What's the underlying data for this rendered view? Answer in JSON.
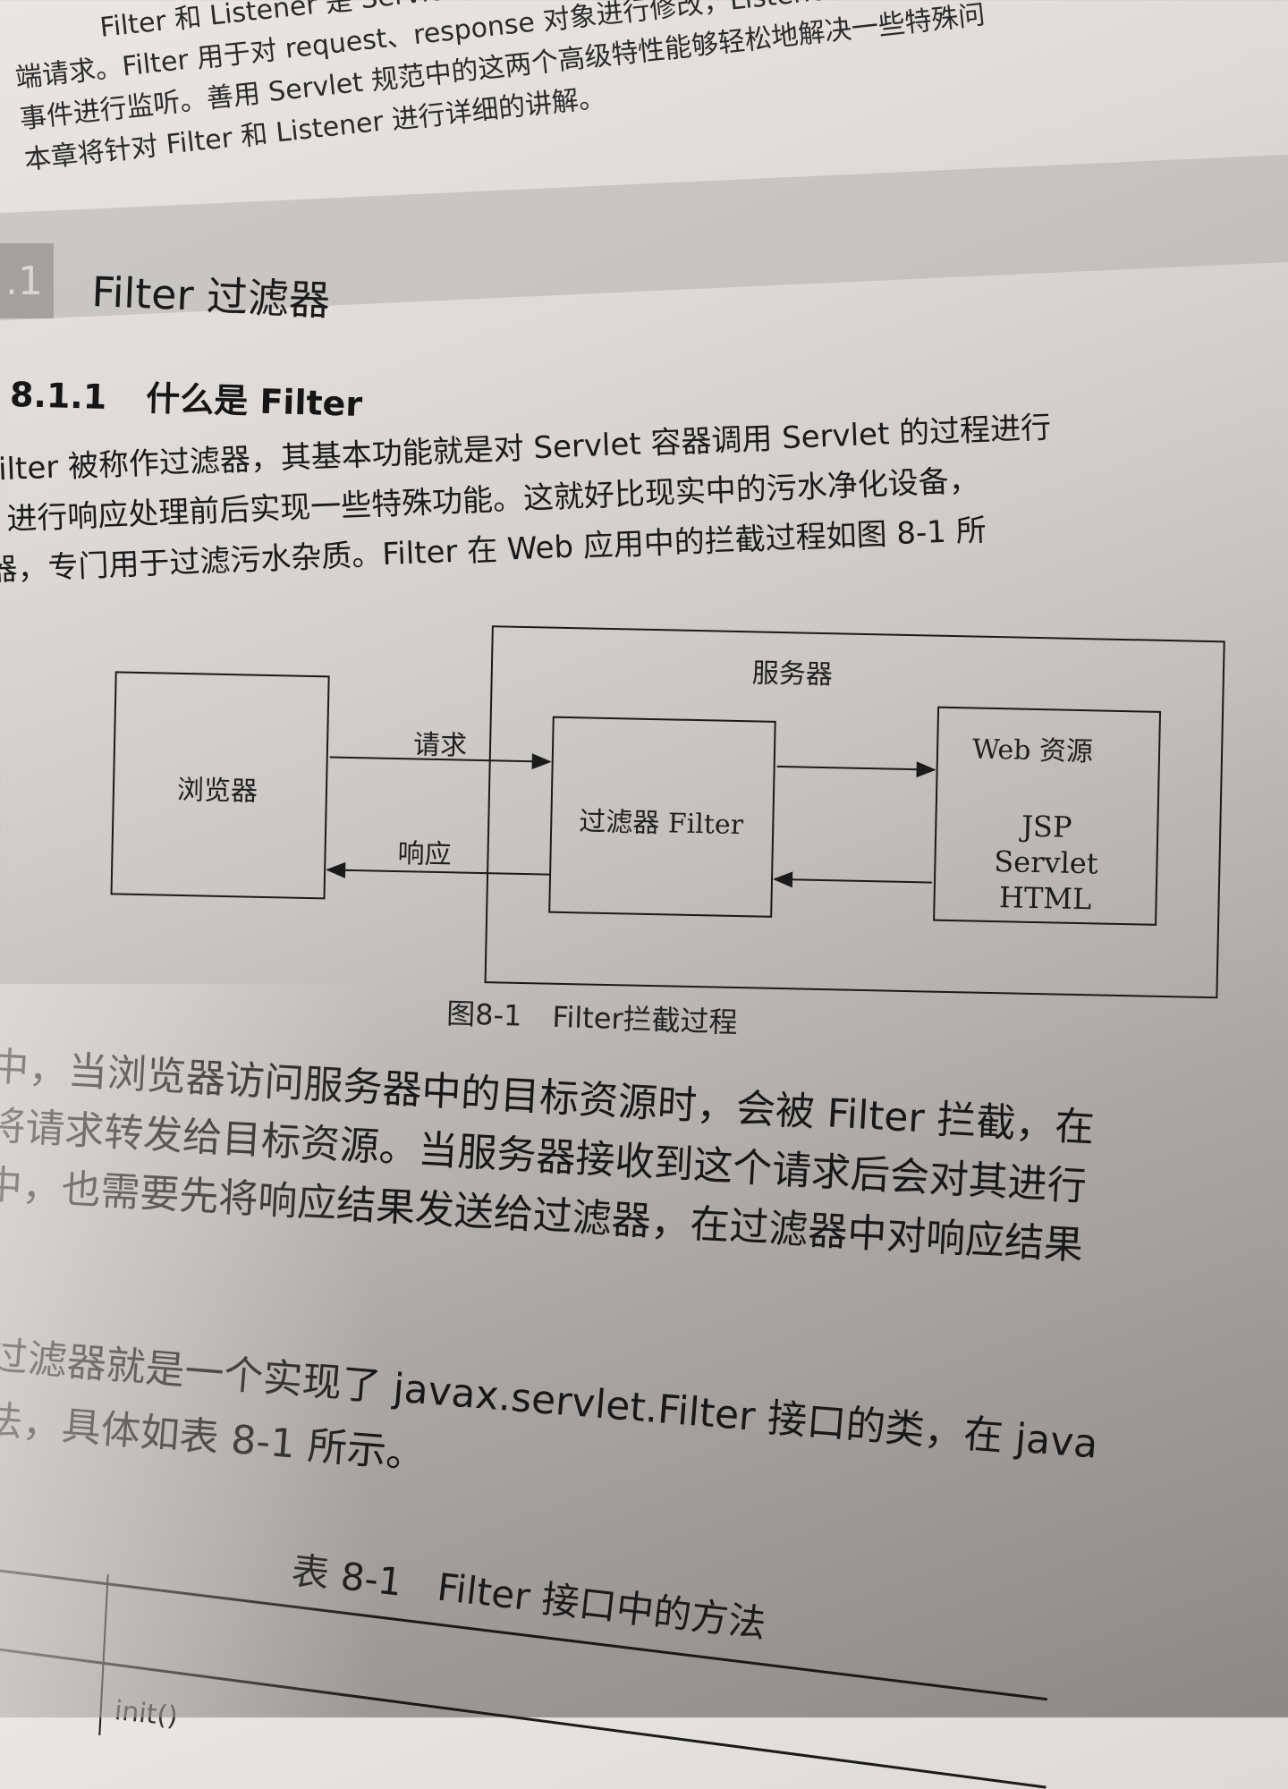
{
  "intro": {
    "lines": [
      "Filter 和 Listener 是 Servlet 规范中的两个高级特性，不同于 Servlet，",
      "端请求。Filter 用于对 request、response 对象进行修改，Listener 用于对 context、session",
      "事件进行监听。善用 Servlet 规范中的这两个高级特性能够轻松地解决一些特殊问",
      "本章将针对 Filter 和 Listener 进行详细的讲解。"
    ]
  },
  "section": {
    "number": ".1",
    "title": "Filter 过滤器"
  },
  "subsection": {
    "number": "8.1.1",
    "title": "什么是 Filter"
  },
  "paragraph1": {
    "lines": [
      "Filter 被称作过滤器，其基本功能就是对 Servlet 容器调用 Servlet 的过程进行",
      "t 进行响应处理前后实现一些特殊功能。这就好比现实中的污水净化设备，",
      "器，专门用于过滤污水杂质。Filter 在 Web 应用中的拦截过程如图 8-1 所"
    ]
  },
  "diagram": {
    "server_label": "服务器",
    "browser_label": "浏览器",
    "filter_label": "过滤器 Filter",
    "web_title": "Web 资源",
    "web_items": [
      "JSP",
      "Servlet",
      "HTML"
    ],
    "request_label": "请求",
    "response_label": "响应",
    "caption_number": "图8-1",
    "caption_text": "Filter拦截过程"
  },
  "paragraph2": {
    "lines": [
      "中，当浏览器访问服务器中的目标资源时，会被 Filter 拦截，在",
      "将请求转发给目标资源。当服务器接收到这个请求后会对其进行",
      "中，也需要先将响应结果发送给过滤器，在过滤器中对响应结果"
    ]
  },
  "paragraph3": {
    "lines": [
      "过滤器就是一个实现了 javax.servlet.Filter 接口的类，在 java",
      "法，具体如表 8-1 所示。"
    ]
  },
  "table": {
    "caption_number": "表 8-1",
    "caption_text": "Filter 接口中的方法",
    "first_cell_partial": "init()"
  }
}
